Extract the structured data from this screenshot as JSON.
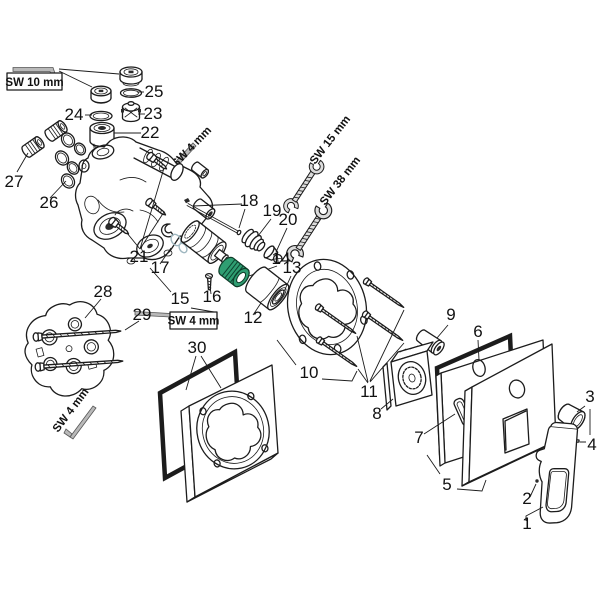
{
  "colors": {
    "line": "#1c1c1c",
    "accent_green": "#2f9e72",
    "accent_green_dark": "#0e3b28",
    "metal_gray": "#b9b9b9",
    "oring_gray": "#9fb7c0"
  },
  "part_labels": [
    {
      "n": "1"
    },
    {
      "n": "2"
    },
    {
      "n": "3"
    },
    {
      "n": "4"
    },
    {
      "n": "5"
    },
    {
      "n": "6"
    },
    {
      "n": "7"
    },
    {
      "n": "8"
    },
    {
      "n": "9"
    },
    {
      "n": "10"
    },
    {
      "n": "11"
    },
    {
      "n": "12"
    },
    {
      "n": "13"
    },
    {
      "n": "14"
    },
    {
      "n": "15"
    },
    {
      "n": "16"
    },
    {
      "n": "17"
    },
    {
      "n": "18"
    },
    {
      "n": "19"
    },
    {
      "n": "20"
    },
    {
      "n": "21"
    },
    {
      "n": "22"
    },
    {
      "n": "23"
    },
    {
      "n": "24"
    },
    {
      "n": "25"
    },
    {
      "n": "26"
    },
    {
      "n": "27"
    },
    {
      "n": "28"
    },
    {
      "n": "29"
    },
    {
      "n": "30"
    }
  ],
  "tool_labels": {
    "sw10": "SW 10 mm",
    "sw4": "SW 4 mm",
    "sw15": "SW 15 mm",
    "sw38": "SW 38 mm"
  }
}
